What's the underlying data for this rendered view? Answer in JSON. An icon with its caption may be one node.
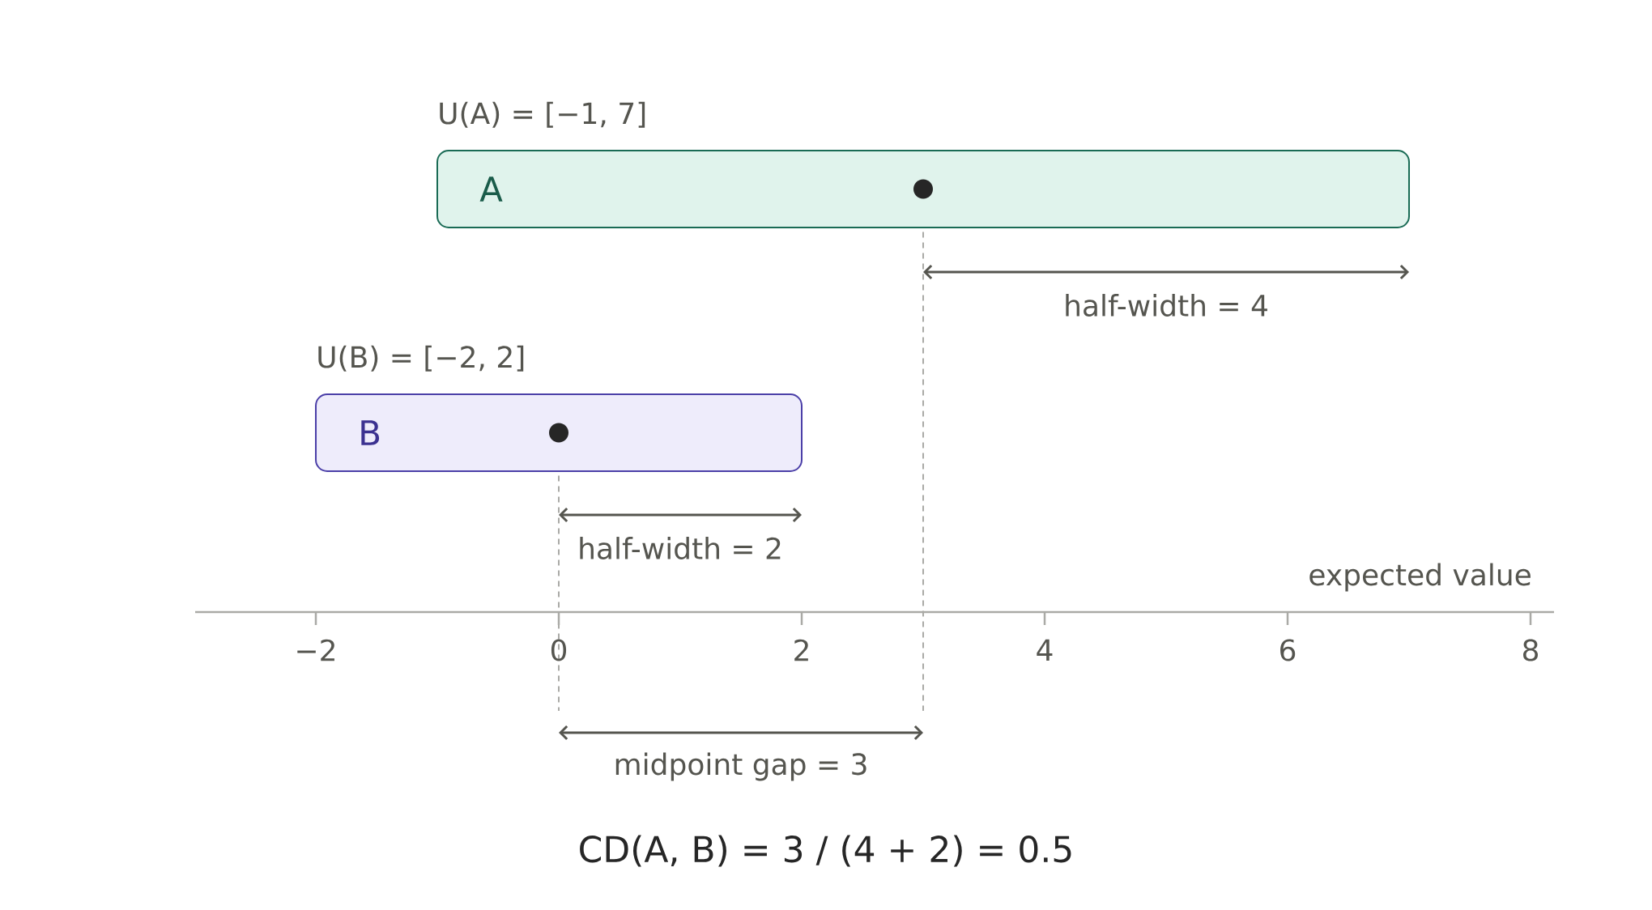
{
  "diagram": {
    "caption": "CD(A, B) = 3 / (4 + 2) = 0.5",
    "nodes": [
      {
        "text": [
          "U(A) = [−1, 7]",
          "A"
        ]
      },
      {
        "text": [
          "U(B) = [−2, 2]",
          "B"
        ]
      }
    ],
    "labels": [
      "half-width = 4",
      "half-width = 2",
      "expected value",
      "−2",
      "0",
      "2",
      "4",
      "6",
      "8",
      "midpoint gap = 3"
    ]
  }
}
